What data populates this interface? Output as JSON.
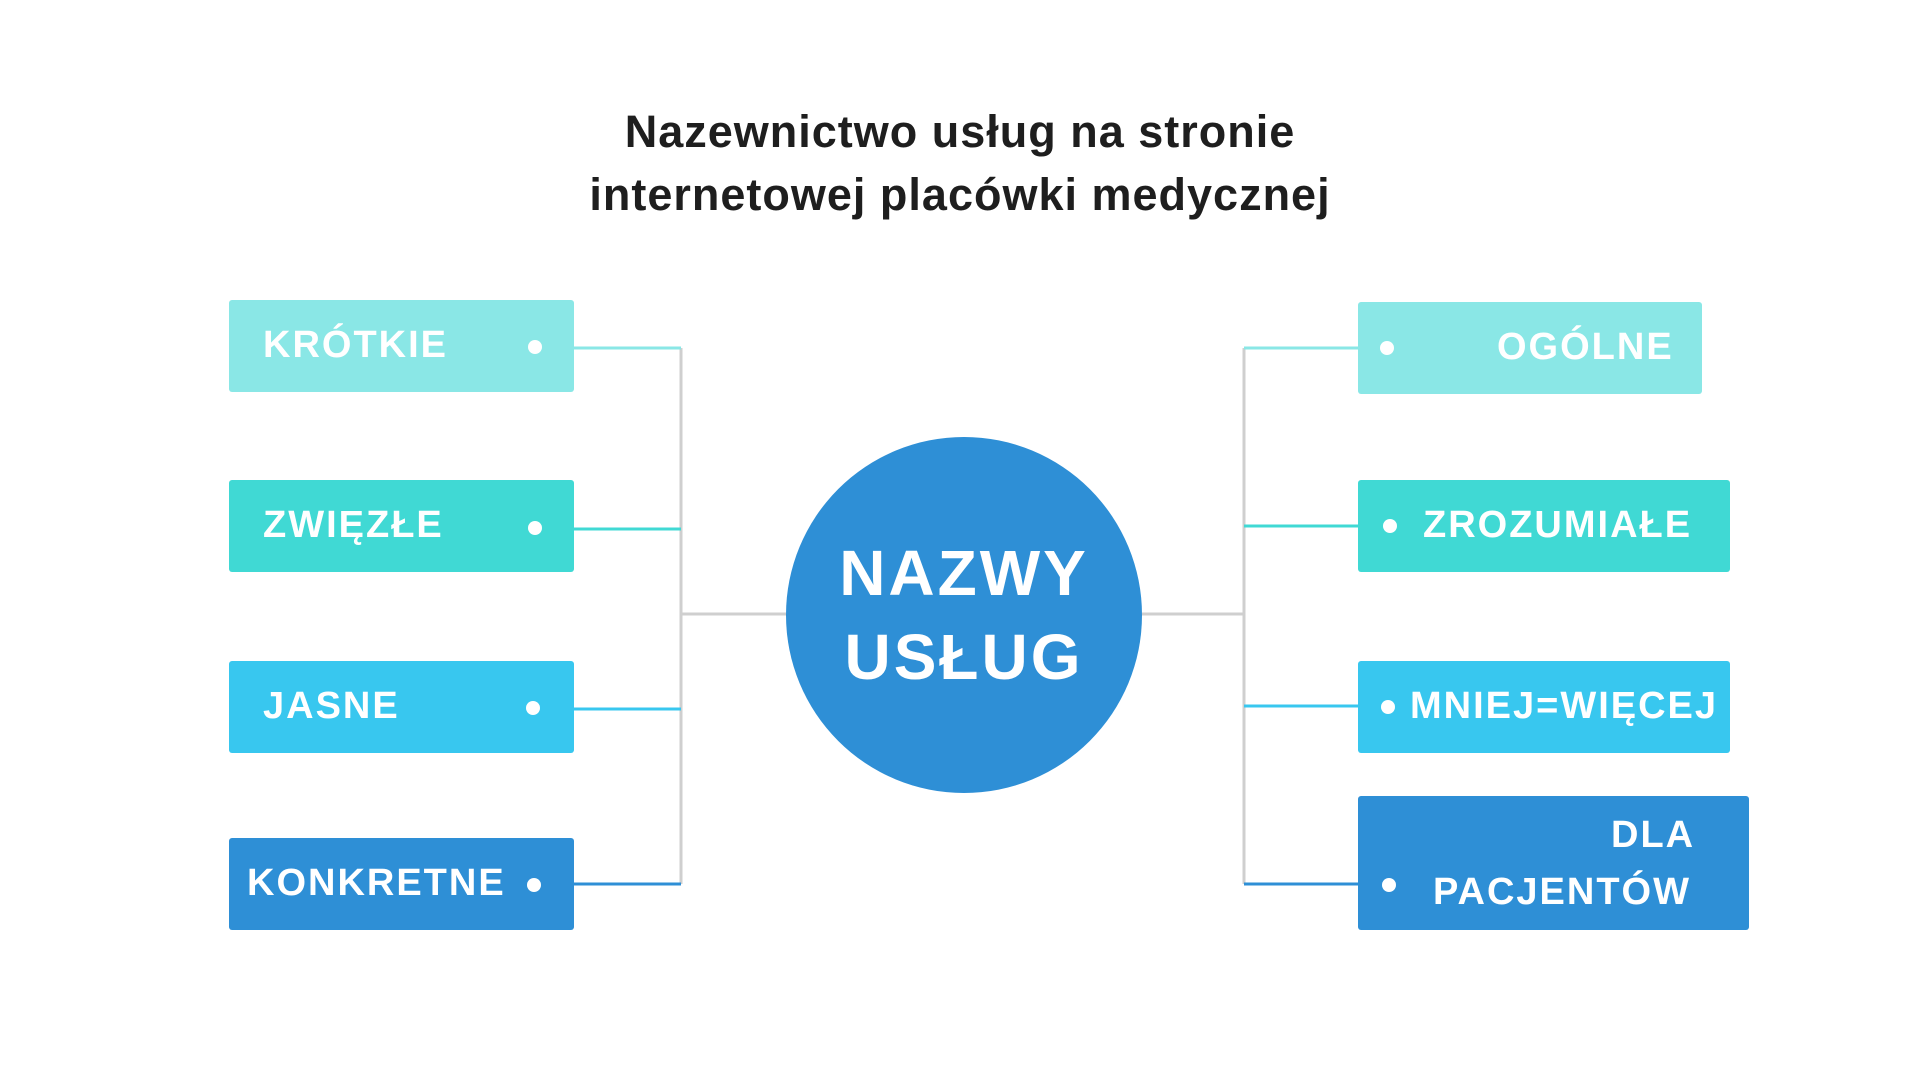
{
  "title": {
    "line1": "Nazewnictwo usług na stronie",
    "line2": "internetowej placówki medycznej"
  },
  "center": {
    "line1": "NAZWY",
    "line2": "USŁUG",
    "color": "#2e8fd6"
  },
  "left_items": [
    {
      "label": "KRÓTKIE",
      "color": "#8ae7e6"
    },
    {
      "label": "ZWIĘZŁE",
      "color": "#40d9d4"
    },
    {
      "label": "JASNE",
      "color": "#38c7ef"
    },
    {
      "label": "KONKRETNE",
      "color": "#2e8fd6"
    }
  ],
  "right_items": [
    {
      "label": "OGÓLNE",
      "color": "#8ae7e6"
    },
    {
      "label": "ZROZUMIAŁE",
      "color": "#40d9d4"
    },
    {
      "label": "MNIEJ=WIĘCEJ",
      "color": "#38c7ef"
    },
    {
      "label_line1": "DLA",
      "label_line2": "PACJENTÓW",
      "color": "#2e8fd6"
    }
  ],
  "colors": {
    "connector_grey": "#cfcfcf",
    "title_text": "#1e1e1e"
  }
}
